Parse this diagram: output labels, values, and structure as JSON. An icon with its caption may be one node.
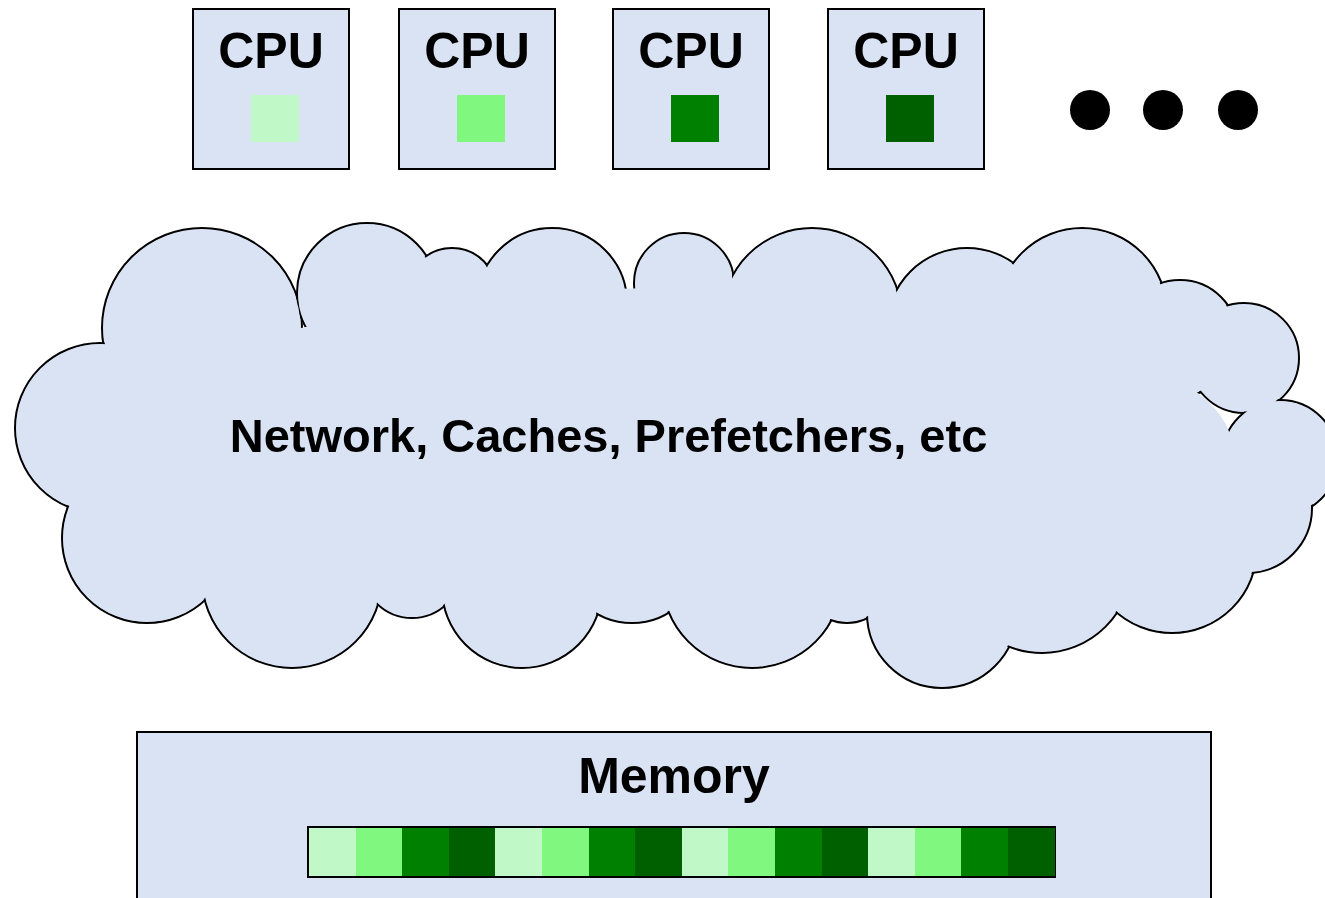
{
  "diagram": {
    "nodes": [
      {
        "text": [
          "CPU"
        ]
      },
      {
        "text": [],
        "shape": "box",
        "in": 0
      },
      {
        "text": [
          "CPU"
        ]
      },
      {
        "text": [],
        "shape": "box",
        "in": 2
      },
      {
        "text": [
          "CPU"
        ]
      },
      {
        "text": [],
        "shape": "box",
        "in": 4
      },
      {
        "text": [
          "CPU"
        ]
      },
      {
        "text": [],
        "shape": "box",
        "in": 6
      },
      {
        "text": [
          "Network, Caches, Prefetchers, etc"
        ]
      },
      {
        "text": [
          "Memory"
        ]
      },
      {
        "text": [],
        "shape": "bar",
        "in": 9
      },
      {
        "text": [],
        "shape": "box",
        "in": 10
      },
      {
        "text": [],
        "shape": "box",
        "in": 10
      },
      {
        "text": [],
        "shape": "box",
        "in": 10
      },
      {
        "text": [],
        "shape": "box",
        "in": 10
      },
      {
        "text": [],
        "shape": "box",
        "in": 10
      },
      {
        "text": [],
        "shape": "box",
        "in": 10
      },
      {
        "text": [],
        "shape": "box",
        "in": 10
      },
      {
        "text": [],
        "shape": "box",
        "in": 10
      },
      {
        "text": [],
        "shape": "box",
        "in": 10
      },
      {
        "text": [],
        "shape": "box",
        "in": 10
      },
      {
        "text": [],
        "shape": "box",
        "in": 10
      },
      {
        "text": [],
        "shape": "box",
        "in": 10
      },
      {
        "text": [],
        "shape": "box",
        "in": 10
      },
      {
        "text": [],
        "shape": "box",
        "in": 10
      },
      {
        "text": [],
        "shape": "box",
        "in": 10
      },
      {
        "text": [],
        "shape": "box",
        "in": 10
      }
    ],
    "edges": []
  }
}
